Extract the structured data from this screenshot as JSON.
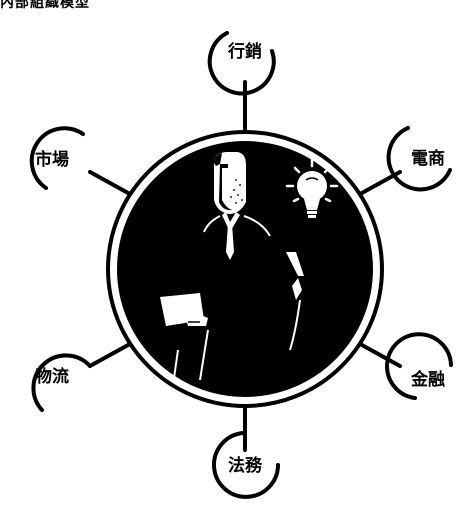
{
  "caption": "內部組織模型",
  "diagram": {
    "center": "businessman presenting with tablet and light bulb idea",
    "nodes": [
      {
        "id": "marketing",
        "label": "行銷"
      },
      {
        "id": "ecommerce",
        "label": "電商"
      },
      {
        "id": "finance",
        "label": "金融"
      },
      {
        "id": "legal",
        "label": "法務"
      },
      {
        "id": "logistics",
        "label": "物流"
      },
      {
        "id": "market",
        "label": "市場"
      }
    ]
  },
  "colors": {
    "ink": "#000000",
    "paper": "#ffffff"
  }
}
